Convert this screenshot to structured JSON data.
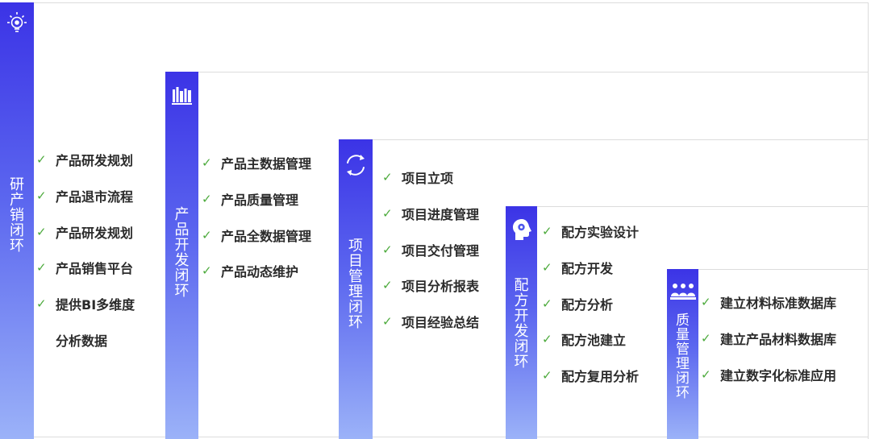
{
  "stages": [
    {
      "title": "研产销闭环",
      "icon": "lightbulb-icon",
      "items": [
        "产品研发规划",
        "产品退市流程",
        "产品研发规划",
        "产品销售平台",
        "提供BI多维度"
      ],
      "continuation": "分析数据"
    },
    {
      "title": "产品开发闭环",
      "icon": "books-icon",
      "items": [
        "产品主数据管理",
        "产品质量管理",
        "产品全数据管理",
        "产品动态维护"
      ]
    },
    {
      "title": "项目管理闭环",
      "icon": "cycle-arrows-icon",
      "items": [
        "项目立项",
        "项目进度管理",
        "项目交付管理",
        "项目分析报表",
        "项目经验总结"
      ]
    },
    {
      "title": "配方开发闭环",
      "icon": "head-gear-icon",
      "items": [
        "配方实验设计",
        "配方开发",
        "配方分析",
        "配方池建立",
        "配方复用分析"
      ]
    },
    {
      "title": "质量管理闭环",
      "icon": "team-icon",
      "items": [
        "建立材料标准数据库",
        "建立产品材料数据库",
        "建立数字化标准应用"
      ]
    }
  ],
  "colors": {
    "bar_top": "#3b33e6",
    "bar_bottom": "#9bb2f8",
    "check": "#4caa3c",
    "line": "#dcdcdc"
  }
}
